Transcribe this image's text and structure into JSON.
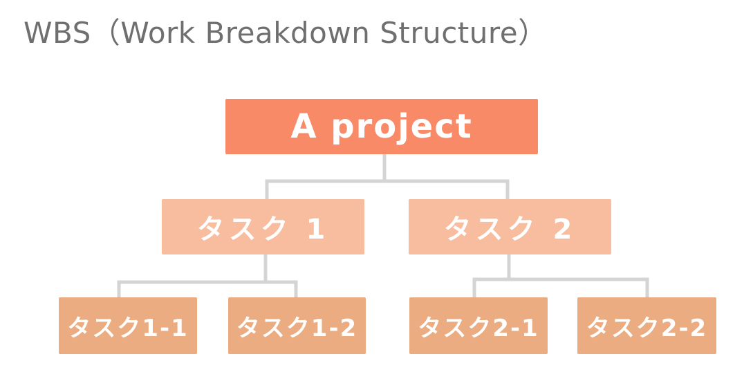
{
  "title": "WBS（Work Breakdown Structure）",
  "colors": {
    "title_text": "#6f6f6f",
    "root_box": "#f98a68",
    "level1_box": "#f8bc9e",
    "level2_box": "#eaac80",
    "connector": "#d4d4d4",
    "box_text": "#ffffff"
  },
  "tree": {
    "root": "A project",
    "tasks": [
      {
        "label": "タスク 1",
        "subtasks": [
          "タスク1-1",
          "タスク1-2"
        ]
      },
      {
        "label": "タスク 2",
        "subtasks": [
          "タスク2-1",
          "タスク2-2"
        ]
      }
    ]
  }
}
